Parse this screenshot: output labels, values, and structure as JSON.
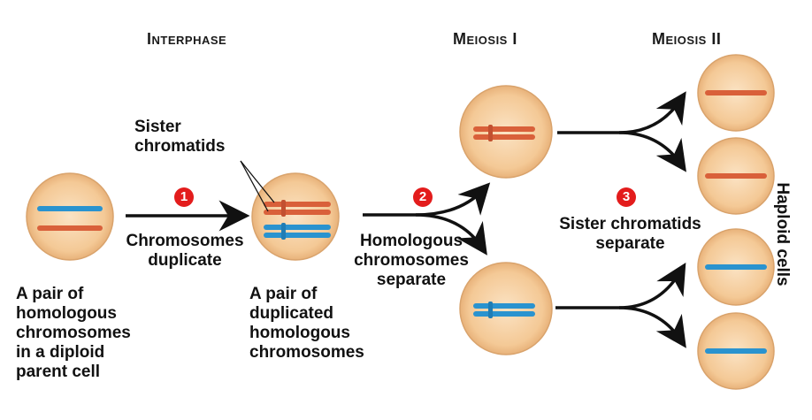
{
  "phases": {
    "interphase": {
      "first": "I",
      "rest": "NTERPHASE"
    },
    "meiosis1": {
      "first": "M",
      "rest": "EIOSIS",
      "numeral": "I"
    },
    "meiosis2": {
      "first": "M",
      "rest": "EIOSIS",
      "numeral": "II"
    }
  },
  "steps": [
    "1",
    "2",
    "3"
  ],
  "labels": {
    "sister_chromatids": [
      "Sister",
      "chromatids"
    ],
    "chromosomes_duplicate": [
      "Chromosomes",
      "duplicate"
    ],
    "homologous_separate": [
      "Homologous",
      "chromosomes",
      "separate"
    ],
    "sister_separate": [
      "Sister chromatids",
      "separate"
    ],
    "parent_cell": [
      "A pair of",
      "homologous",
      "chromosomes",
      "in a diploid",
      "parent cell"
    ],
    "duplicated": [
      "A pair of",
      "duplicated",
      "homologous",
      "chromosomes"
    ],
    "haploid_cells": "Haploid cells"
  },
  "colors": {
    "cell_fill": "#f6cfa0",
    "cell_stroke": "#c99a66",
    "red_chromosome": "#d9603a",
    "blue_chromosome": "#2a93cf",
    "badge": "#e31c1c",
    "arrow": "#111111"
  }
}
